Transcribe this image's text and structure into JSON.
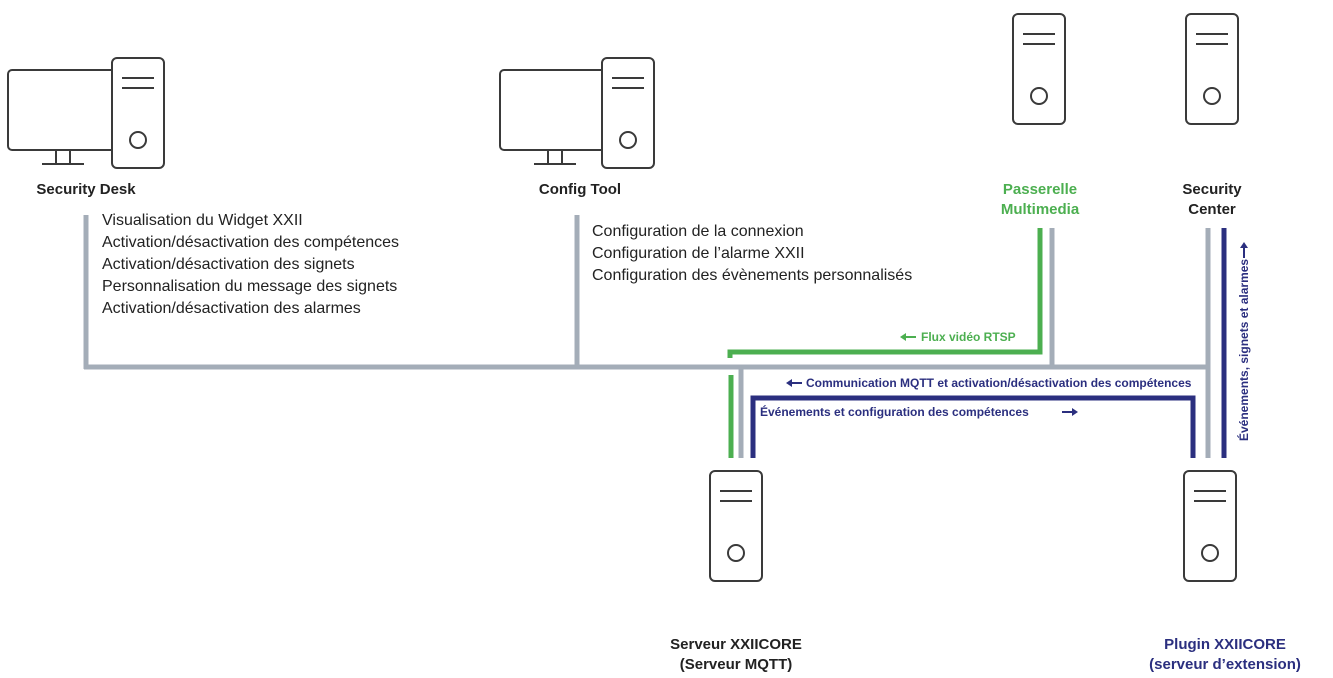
{
  "nodes": {
    "security_desk": {
      "label": "Security Desk"
    },
    "config_tool": {
      "label": "Config Tool"
    },
    "passerelle": {
      "line1": "Passerelle",
      "line2": "Multimedia"
    },
    "security_center": {
      "line1": "Security",
      "line2": "Center"
    },
    "serveur_xxiicore": {
      "line1": "Serveur XXIICORE",
      "line2": "(Serveur MQTT)"
    },
    "plugin_xxiicore": {
      "line1": "Plugin XXIICORE",
      "line2": "(serveur d’extension)"
    }
  },
  "security_desk_features": [
    "Visualisation du Widget XXII",
    "Activation/désactivation des compétences",
    "Activation/désactivation des signets",
    "Personnalisation du message des signets",
    "Activation/désactivation des alarmes"
  ],
  "config_tool_features": [
    "Configuration de la connexion",
    "Configuration de l’alarme XXII",
    "Configuration des évènements personnalisés"
  ],
  "flows": {
    "rtsp": "Flux vidéo RTSP",
    "mqtt": "Communication MQTT et activation/désactivation des compétences",
    "events": "Événements et configuration des compétences",
    "alarms": "Événements, signets et alarmes"
  },
  "colors": {
    "network": "#a4adb8",
    "video": "#4caf50",
    "plugin": "#2b2f7f",
    "icon": "#3a3a3a"
  }
}
